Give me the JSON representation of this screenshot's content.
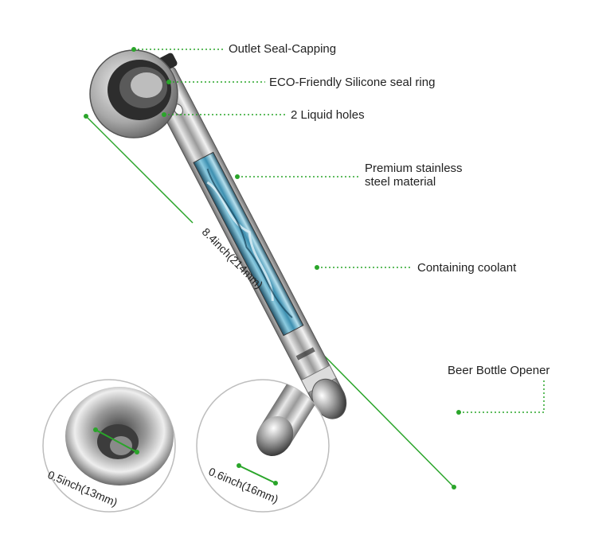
{
  "callouts": {
    "outlet_seal": "Outlet Seal-Capping",
    "seal_ring": "ECO-Friendly Silicone seal ring",
    "liquid_holes": "2 Liquid holes",
    "steel_line1": "Premium stainless",
    "steel_line2": "steel material",
    "coolant": "Containing coolant",
    "opener": "Beer Bottle Opener"
  },
  "dimensions": {
    "length": "8.4inch(214mm)",
    "cap_diameter": "0.5inch(13mm)",
    "tip_diameter": "0.6inch(16mm)"
  },
  "colors": {
    "accent_green": "#2aa52a",
    "coolant_blue": "#4a9fc0",
    "steel": "#b8b8b8"
  }
}
